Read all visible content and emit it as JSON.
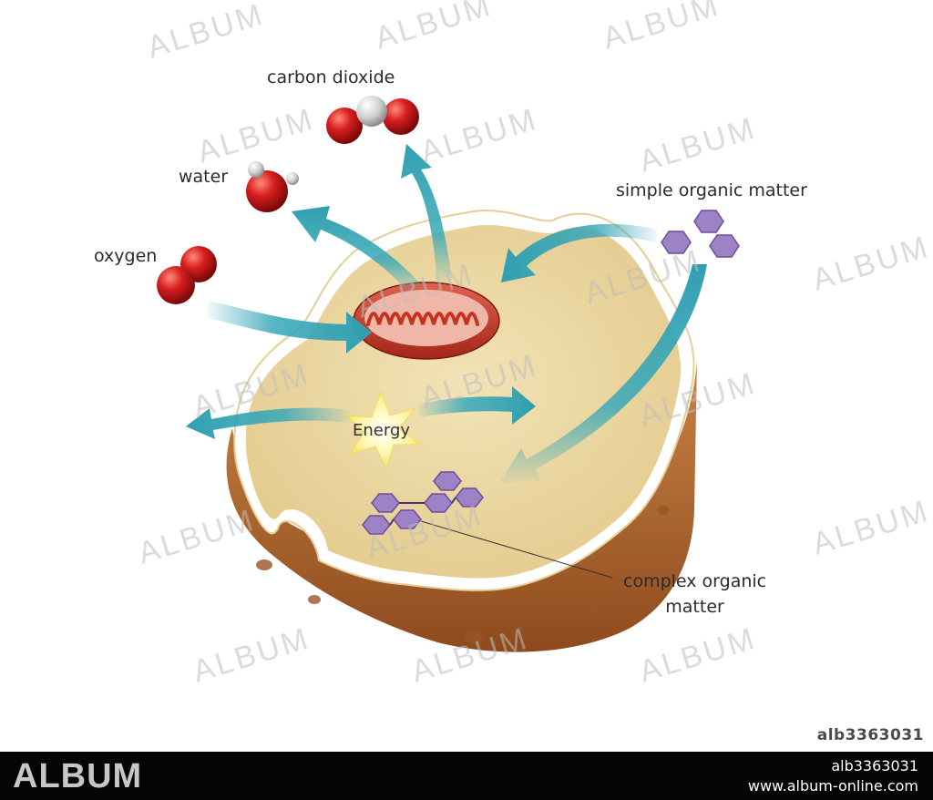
{
  "labels": {
    "carbon_dioxide": "carbon dioxide",
    "water": "water",
    "oxygen": "oxygen",
    "simple_organic": "simple organic matter",
    "complex_organic_line1": "complex organic",
    "complex_organic_line2": "matter",
    "energy": "Energy"
  },
  "watermark": {
    "text": "ALBUM",
    "image_id": "alb3363031"
  },
  "footer": {
    "brand": "ALBUM",
    "id": "alb3363031",
    "url": "www.album-online.com"
  },
  "colors": {
    "arrow": "#3aa9b8",
    "cytoplasm": "#ecd9a4",
    "cell_side": "#b86c34",
    "mitochondrion": "#c93b2c",
    "oxygen_atom": "#d01d1d",
    "carbon_atom": "#d7d7d7",
    "hydrogen_atom": "#cfcfcf",
    "organic_molecule": "#9a7fc2",
    "energy_star": "#fff6a8"
  }
}
